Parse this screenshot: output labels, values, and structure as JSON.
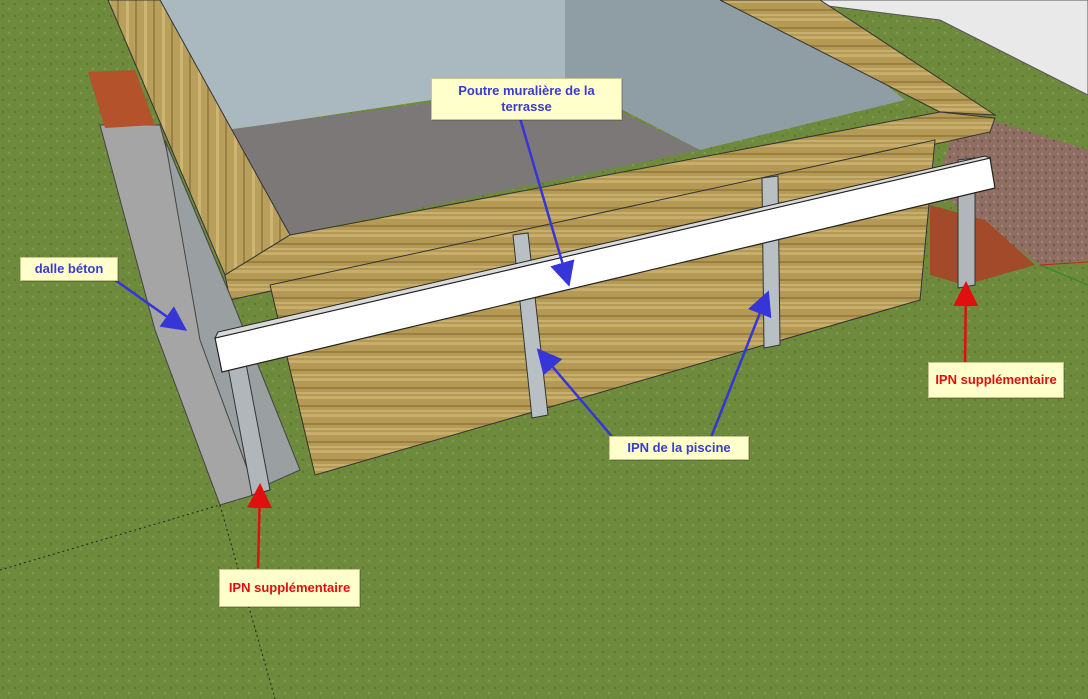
{
  "labels": {
    "poutre": "Poutre muralière de la terrasse",
    "dalle": "dalle béton",
    "ipn_piscine": "IPN de la piscine",
    "ipn_supp_left": "IPN supplémentaire",
    "ipn_supp_right": "IPN supplémentaire"
  },
  "colors": {
    "grass": "#6f8a3a",
    "concrete": "#a7a7a7",
    "wood": "#b69b56",
    "beam": "#ffffff",
    "blue_text": "#3a3bd0",
    "red_text": "#e20e0e",
    "callout_bg": "#ffffcc"
  }
}
